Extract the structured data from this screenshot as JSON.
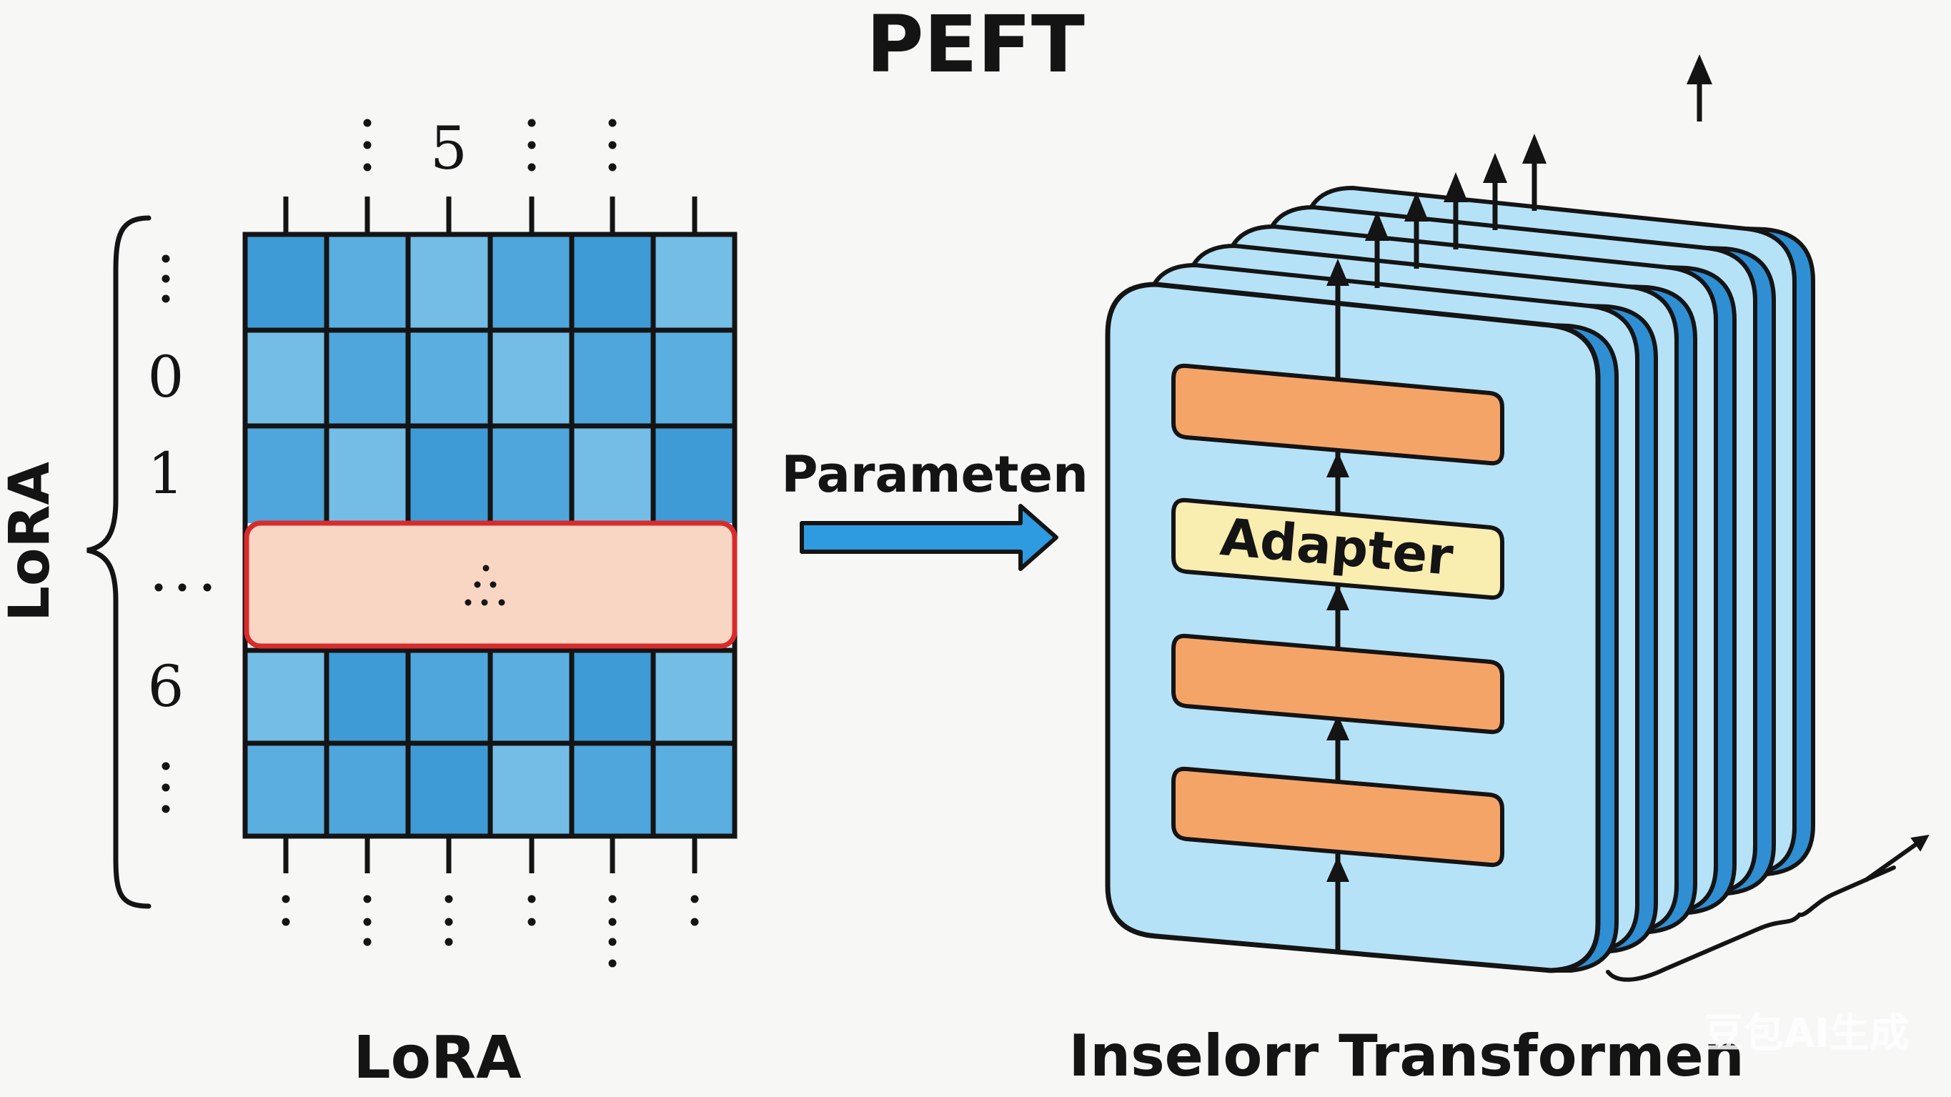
{
  "title": "PEFT",
  "lora": {
    "side_label": "LoRA",
    "bottom_label": "LoRA",
    "column_top_label": "5",
    "row_labels": [
      "0",
      "1",
      "6"
    ],
    "grid_colors": [
      "#5aaee0",
      "#3f9bd6",
      "#74bde6",
      "#4ea6dc"
    ],
    "highlight_fill": "#f9d6c3",
    "highlight_stroke": "#d92b2b"
  },
  "arrow_label": "Parameten",
  "transformer": {
    "label": "Inselorr Transformen",
    "adapter_label": "Adapter",
    "layer_fill": "#b6e2f8",
    "layer_edge": "#2f8fd2",
    "block_fill": "#f5a468",
    "adapter_fill": "#faedb0",
    "layer_count": 6
  },
  "watermark": "豆包AI生成"
}
